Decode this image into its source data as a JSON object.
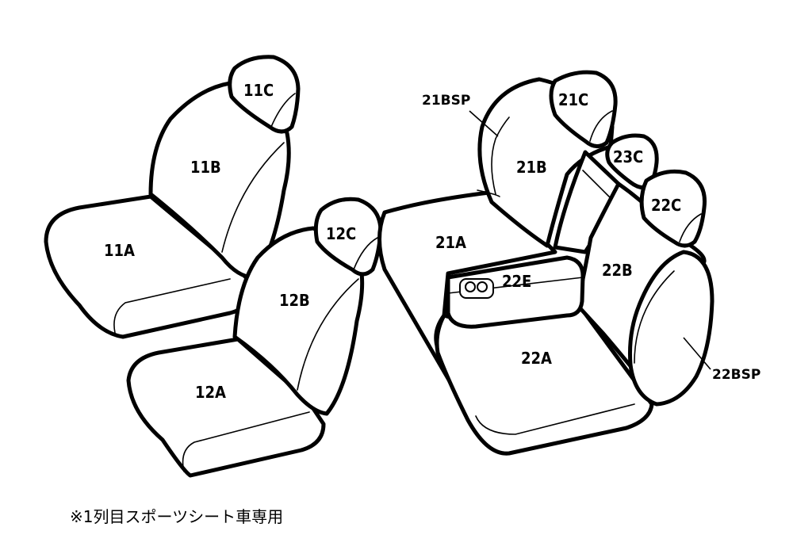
{
  "labels": {
    "c11": "11C",
    "b11": "11B",
    "a11": "11A",
    "c12": "12C",
    "b12": "12B",
    "a12": "12A",
    "bsp21": "21BSP",
    "c21": "21C",
    "c23": "23C",
    "c22": "22C",
    "b21": "21B",
    "a21": "21A",
    "b22": "22B",
    "e22": "22E",
    "a22": "22A",
    "bsp22": "22BSP"
  },
  "footnote": "※1列目スポーツシート車専用"
}
